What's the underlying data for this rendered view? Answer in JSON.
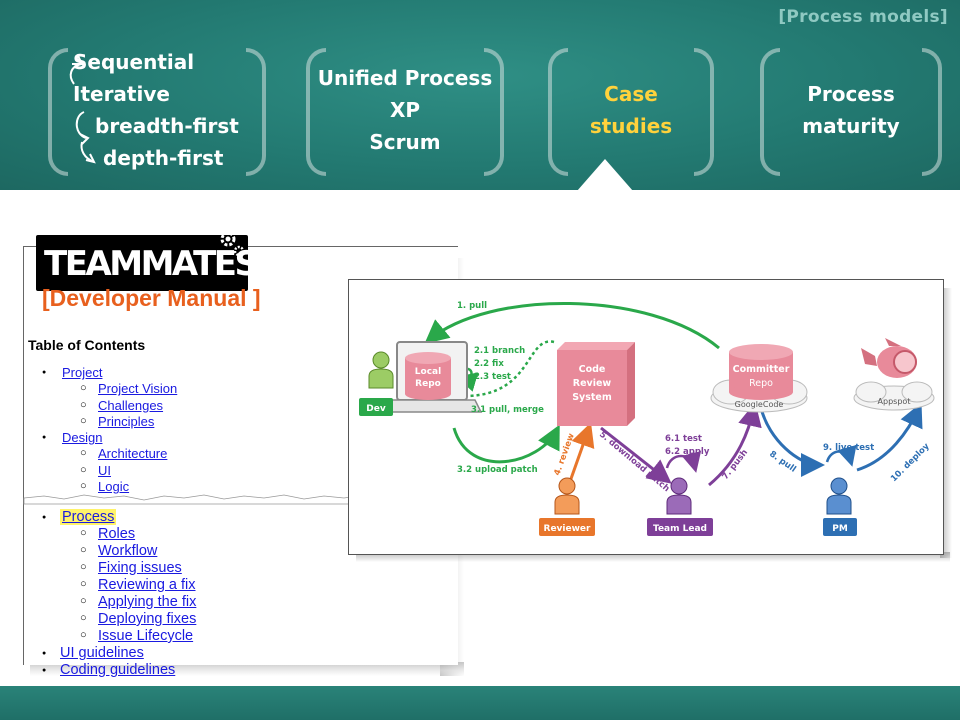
{
  "corner_label": "[Process models]",
  "tabs": [
    {
      "id": "sequential",
      "lines": [
        "Sequential",
        "Iterative",
        "breadth-first",
        "depth-first"
      ]
    },
    {
      "id": "unified",
      "lines": [
        "Unified Process",
        "XP",
        "Scrum"
      ]
    },
    {
      "id": "case",
      "lines": [
        "Case",
        "studies"
      ],
      "active": true
    },
    {
      "id": "maturity",
      "lines": [
        "Process",
        "maturity"
      ]
    }
  ],
  "manual": {
    "logo": "TEAMMATES",
    "title": "[Developer Manual ]",
    "toc_title": "Table of Contents",
    "toc_top": [
      {
        "level": 1,
        "text": "Project"
      },
      {
        "level": 2,
        "text": "Project Vision"
      },
      {
        "level": 2,
        "text": "Challenges"
      },
      {
        "level": 2,
        "text": "Principles"
      },
      {
        "level": 1,
        "text": "Design"
      },
      {
        "level": 2,
        "text": "Architecture"
      },
      {
        "level": 2,
        "text": "UI"
      },
      {
        "level": 2,
        "text": "Logic"
      }
    ],
    "toc_bottom": [
      {
        "level": 1,
        "text": "Process",
        "highlight": true
      },
      {
        "level": 2,
        "text": "Roles"
      },
      {
        "level": 2,
        "text": "Workflow"
      },
      {
        "level": 2,
        "text": "Fixing issues"
      },
      {
        "level": 2,
        "text": "Reviewing a fix"
      },
      {
        "level": 2,
        "text": "Applying the fix"
      },
      {
        "level": 2,
        "text": "Deploying fixes"
      },
      {
        "level": 2,
        "text": "Issue Lifecycle"
      },
      {
        "level": 1,
        "text": "UI guidelines"
      },
      {
        "level": 1,
        "text": "Coding guidelines"
      }
    ]
  },
  "diagram": {
    "actors": {
      "dev": "Dev",
      "reviewer": "Reviewer",
      "team_lead": "Team Lead",
      "pm": "PM"
    },
    "nodes": {
      "local_repo": [
        "Local",
        "Repo"
      ],
      "code_review": [
        "Code",
        "Review",
        "System"
      ],
      "committer_repo": [
        "Committer",
        "Repo"
      ],
      "googlecode": "GoogleCode",
      "appspot": "Appspot"
    },
    "steps": {
      "pull": "1. pull",
      "branch": "2.1 branch",
      "fix": "2.2 fix",
      "test": "2.3 test",
      "pull_merge": "3.1 pull, merge",
      "upload_patch": "3.2 upload patch",
      "review": "4. review",
      "download_patch": "5. download patch",
      "test61": "6.1 test",
      "apply": "6.2 apply",
      "push": "7. push",
      "pull8": "8. pull",
      "live_test": "9. live test",
      "deploy": "10. deploy"
    },
    "colors": {
      "dev": "#7cb342",
      "green": "#2aa84a",
      "reviewer": "#e8762b",
      "team_lead": "#7e3f98",
      "pm": "#2d6fb3",
      "repo": "#e88a9a"
    }
  }
}
